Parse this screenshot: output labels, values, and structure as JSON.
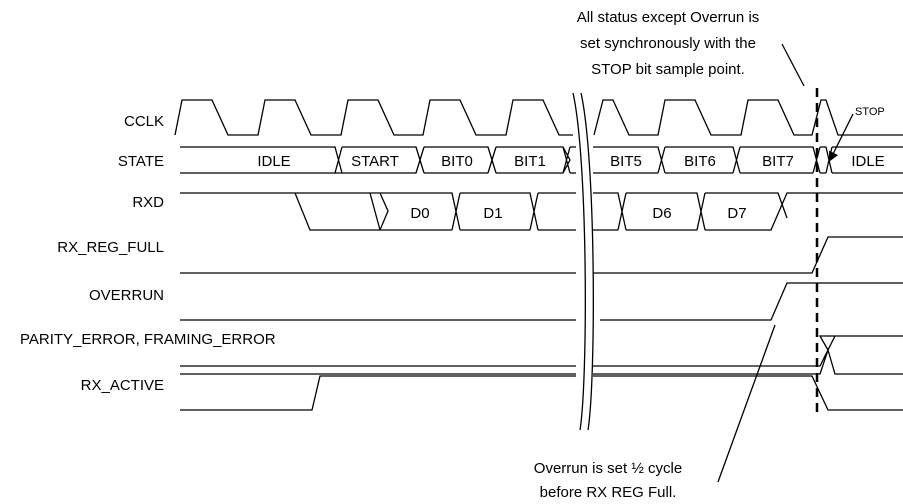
{
  "signals": [
    {
      "id": "cclk",
      "label": "CCLK"
    },
    {
      "id": "state",
      "label": "STATE"
    },
    {
      "id": "rxd",
      "label": "RXD"
    },
    {
      "id": "rx_reg_full",
      "label": "RX_REG_FULL"
    },
    {
      "id": "overrun",
      "label": "OVERRUN"
    },
    {
      "id": "parity_framing",
      "label": "PARITY_ERROR, FRAMING_ERROR"
    },
    {
      "id": "rx_active",
      "label": "RX_ACTIVE"
    }
  ],
  "state_values": [
    "IDLE",
    "START",
    "BIT0",
    "BIT1",
    "BIT5",
    "BIT6",
    "BIT7",
    "IDLE"
  ],
  "rxd_values": [
    "D0",
    "D1",
    "D6",
    "D7"
  ],
  "annotations": {
    "top_note": [
      "All status except Overrun is",
      "set synchronously with the",
      "STOP bit sample point."
    ],
    "bottom_note": [
      "Overrun is set ½ cycle",
      "before RX REG Full."
    ],
    "stop_marker": "STOP"
  }
}
